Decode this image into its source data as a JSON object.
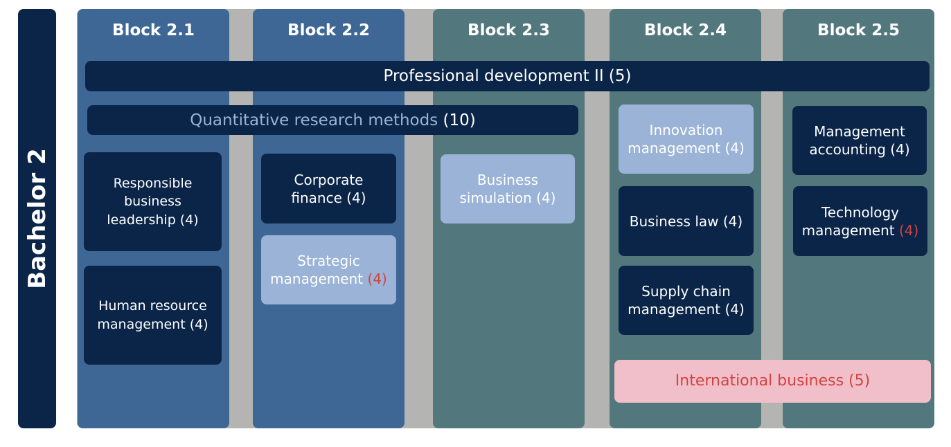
{
  "year": "Bachelor 2",
  "blocks": [
    "Block 2.1",
    "Block 2.2",
    "Block 2.3",
    "Block 2.4",
    "Block 2.5"
  ],
  "spanning": {
    "professional_development": "Professional development II (5)",
    "quantitative_methods": {
      "name": "Quantitative research methods",
      "credits": "(10)"
    },
    "international_business": "International business (5)"
  },
  "courses": {
    "responsible_business_leadership": "Responsible business leadership (4)",
    "human_resource_management": "Human resource management (4)",
    "corporate_finance": "Corporate finance (4)",
    "strategic_management": {
      "name": "Strategic management",
      "credits": "(4)"
    },
    "business_simulation": "Business simulation (4)",
    "innovation_management": "Innovation management (4)",
    "business_law": "Business law (4)",
    "supply_chain_management": "Supply chain management (4)",
    "management_accounting": "Management accounting (4)",
    "technology_management": {
      "name": "Technology management",
      "credits": "(4)"
    }
  },
  "colors": {
    "navy": "#0b2548",
    "block_blue": "#3e6795",
    "block_teal": "#52777d",
    "light_blue": "#9ab3d6",
    "pink": "#f0bfca",
    "accent_red": "#d4433e",
    "gap_gray": "#b4b4b2"
  }
}
